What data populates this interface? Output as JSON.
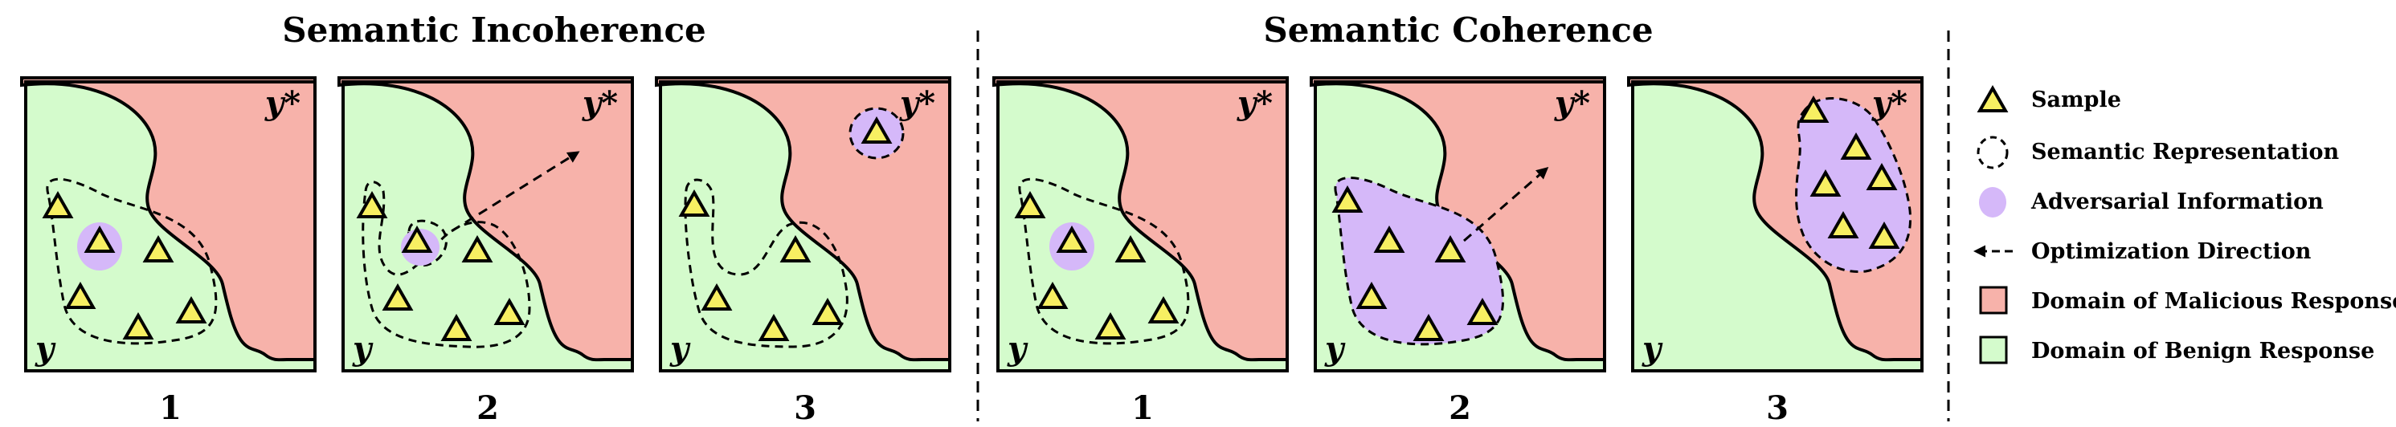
{
  "headings": {
    "incoherence": "Semantic Incoherence",
    "coherence": "Semantic Coherence"
  },
  "panel_numbers": [
    "1",
    "2",
    "3",
    "1",
    "2",
    "3"
  ],
  "axis_labels": {
    "target": "y*",
    "origin": "y"
  },
  "legend": [
    {
      "icon": "triangle-sample-icon",
      "label": "Sample"
    },
    {
      "icon": "dashed-circle-icon",
      "label": "Semantic Representation"
    },
    {
      "icon": "purple-blob-icon",
      "label": "Adversarial Information"
    },
    {
      "icon": "dashed-arrow-icon",
      "label": "Optimization Direction"
    },
    {
      "icon": "red-square-icon",
      "label": "Domain of Malicious Response"
    },
    {
      "icon": "green-square-icon",
      "label": "Domain of Benign Response"
    }
  ],
  "colors": {
    "malicious": "#f7b2aa",
    "benign": "#d4fbcc",
    "adversarial": "#d5b8f9",
    "sample": "#f7ef62"
  }
}
